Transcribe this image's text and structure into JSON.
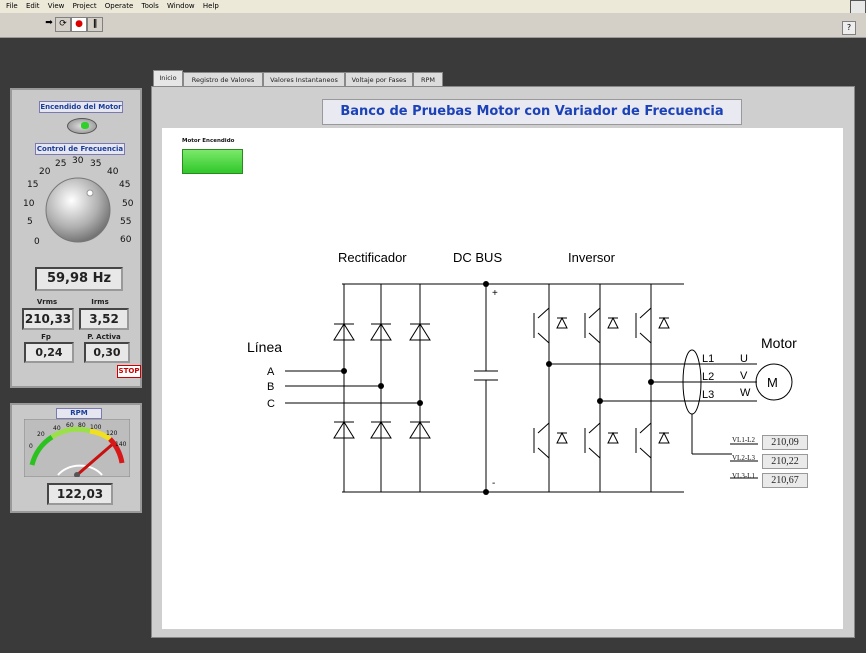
{
  "menu": [
    "File",
    "Edit",
    "View",
    "Project",
    "Operate",
    "Tools",
    "Window",
    "Help"
  ],
  "toolbar": {
    "run_icon": "➡",
    "run_cont_icon": "⟳",
    "abort_icon": "●",
    "pause_icon": "‖",
    "help_icon": "?"
  },
  "motor_panel": {
    "encendido_label": "Encendido del Motor",
    "control_label": "Control de Frecuencia",
    "dial_ticks": [
      "0",
      "5",
      "10",
      "15",
      "20",
      "25",
      "30",
      "35",
      "40",
      "45",
      "50",
      "55",
      "60"
    ],
    "frequency": "59,98 Hz",
    "vrms_label": "Vrms",
    "irms_label": "Irms",
    "vrms": "210,33",
    "irms": "3,52",
    "fp_label": "Fp",
    "pactiva_label": "P. Activa",
    "fp": "0,24",
    "pactiva": "0,30",
    "stop_label": "STOP"
  },
  "rpm_panel": {
    "label": "RPM",
    "gauge_ticks": [
      "0",
      "20",
      "40",
      "60",
      "80",
      "100",
      "120",
      "140"
    ],
    "gauge_value": 122.03,
    "gauge_max": 140,
    "value": "122,03"
  },
  "tabs": [
    {
      "label": "Inicio",
      "active": true
    },
    {
      "label": "Registro de Valores",
      "active": false
    },
    {
      "label": "Valores Instantaneos",
      "active": false
    },
    {
      "label": "Voltaje por Fases",
      "active": false
    },
    {
      "label": "RPM",
      "active": false
    }
  ],
  "main": {
    "title": "Banco de Pruebas Motor con Variador de Frecuencia",
    "motor_encendido_label": "Motor Encendido",
    "diagram": {
      "rectificador": "Rectificador",
      "dc_bus": "DC BUS",
      "inversor": "Inversor",
      "linea": "Línea",
      "phase_a": "A",
      "phase_b": "B",
      "phase_c": "C",
      "plus": "+",
      "minus": "-",
      "l1": "L1",
      "l2": "L2",
      "l3": "L3",
      "u": "U",
      "v": "V",
      "w": "W",
      "motor": "Motor",
      "m": "M"
    },
    "line_voltages": [
      {
        "label": "VL1-L2",
        "value": "210,09"
      },
      {
        "label": "VL2-L3",
        "value": "210,22"
      },
      {
        "label": "VL3-L1",
        "value": "210,67"
      }
    ]
  },
  "colors": {
    "accent_blue": "#1c42b8",
    "led_green": "#3ccf2e",
    "stop_red": "#cc0000"
  }
}
